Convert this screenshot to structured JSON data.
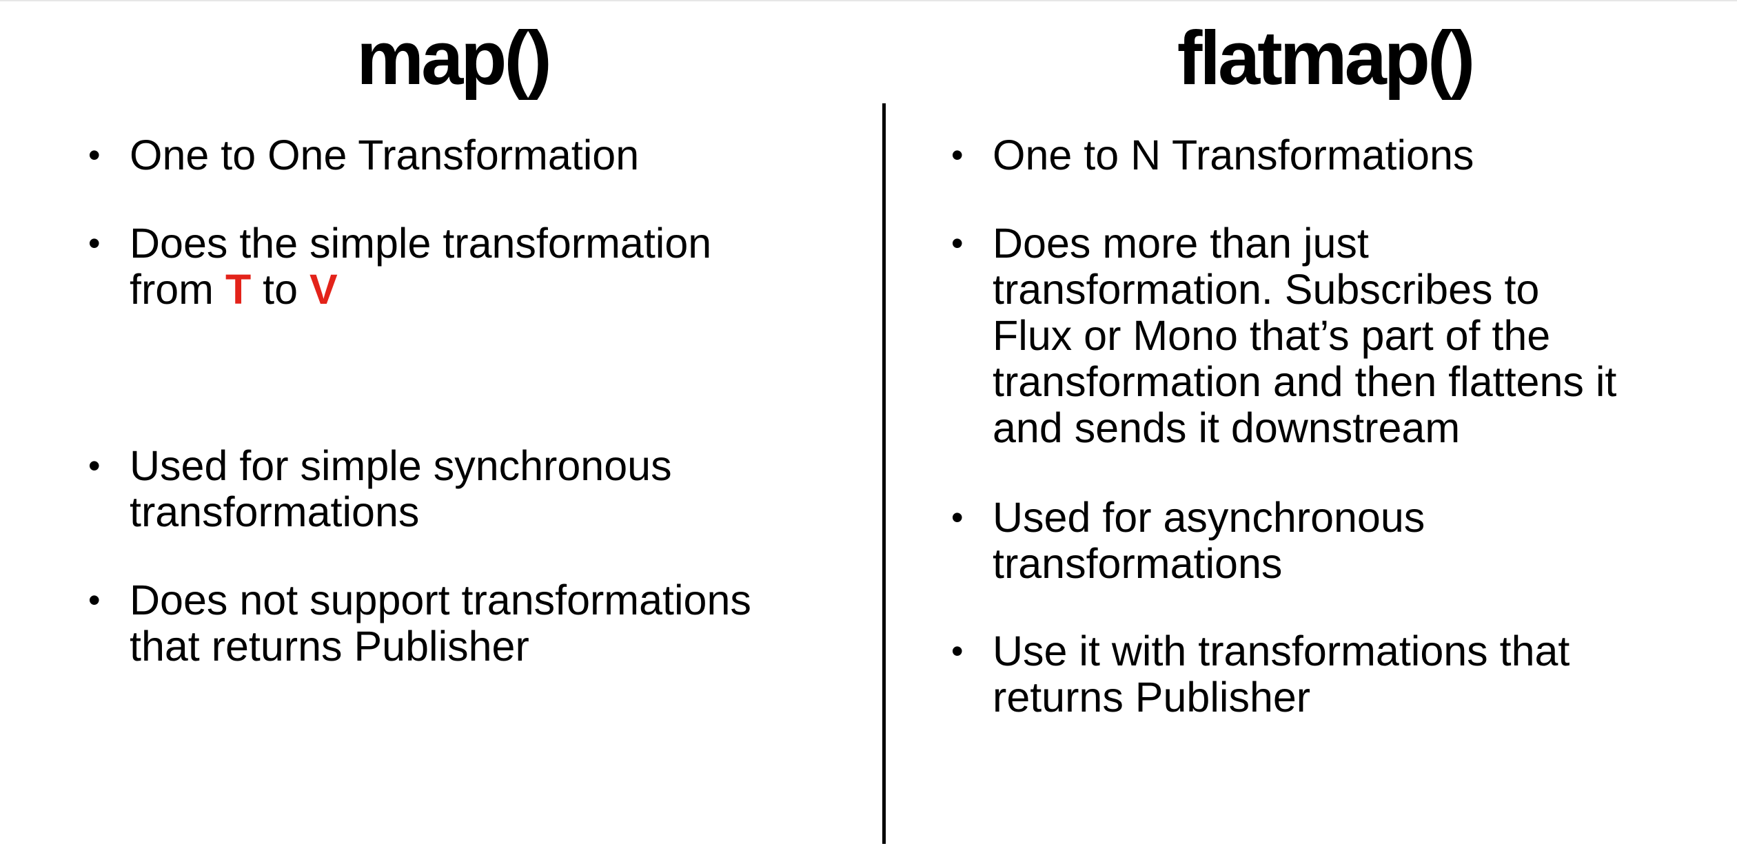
{
  "left": {
    "title": "map()",
    "bullets": {
      "b1": "One to One Transformation",
      "b2": {
        "line1": "Does the simple transformation",
        "from": "from",
        "t": "T",
        "to": "to",
        "v": "V"
      },
      "b3": {
        "line1": "Used for simple synchronous",
        "line2": "transformations"
      },
      "b4": {
        "line1": "Does not support transformations",
        "line2": "that returns Publisher"
      }
    }
  },
  "right": {
    "title": "flatmap()",
    "bullets": {
      "b1": "One to N Transformations",
      "b2": {
        "line1": "Does more than just",
        "line2": "transformation. Subscribes to",
        "line3": "Flux or Mono that’s part of the",
        "line4": "transformation and then flattens it",
        "line5": "and sends it downstream"
      },
      "b3": {
        "line1": "Used for asynchronous",
        "line2": "transformations"
      },
      "b4": {
        "line1": "Use it with transformations that",
        "line2": "returns Publisher"
      }
    }
  },
  "bullet_symbol": "•",
  "colors": {
    "highlight": "#e3231a",
    "text": "#000000",
    "background": "#ffffff"
  }
}
